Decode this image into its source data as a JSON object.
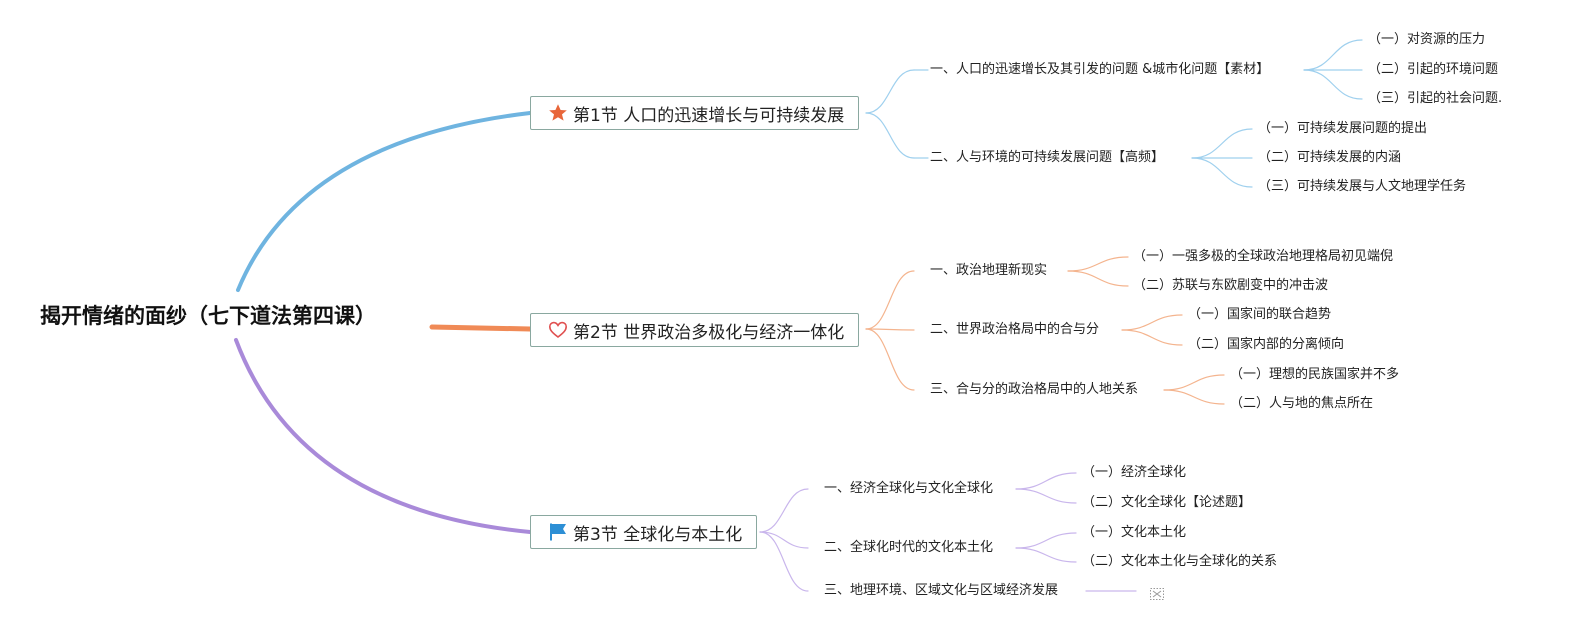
{
  "root": {
    "title": "揭开情绪的面纱（七下道法第四课）"
  },
  "sections": [
    {
      "label": "第1节 人口的迅速增长与可持续发展",
      "icon": "star-icon",
      "color": "#6fb4e0",
      "children": [
        {
          "label": "一、人口的迅速增长及其引发的问题 &城市化问题【素材】",
          "leaves": [
            "（一）对资源的压力",
            "（二）引起的环境问题",
            "（三）引起的社会问题."
          ]
        },
        {
          "label": "二、人与环境的可持续发展问题【高频】",
          "leaves": [
            "（一）可持续发展问题的提出",
            "（二）可持续发展的内涵",
            "（三）可持续发展与人文地理学任务"
          ]
        }
      ]
    },
    {
      "label": "第2节 世界政治多极化与经济一体化",
      "icon": "heart-icon",
      "color": "#f29a6a",
      "children": [
        {
          "label": "一、政治地理新现实",
          "leaves": [
            "（一）一强多极的全球政治地理格局初见端倪",
            "（二）苏联与东欧剧变中的冲击波"
          ]
        },
        {
          "label": "二、世界政治格局中的合与分",
          "leaves": [
            "（一）国家间的联合趋势",
            "（二）国家内部的分离倾向"
          ]
        },
        {
          "label": "三、合与分的政治格局中的人地关系",
          "leaves": [
            "（一）理想的民族国家并不多",
            "（二）人与地的焦点所在"
          ]
        }
      ]
    },
    {
      "label": "第3节 全球化与本土化",
      "icon": "flag-icon",
      "color": "#b59ae0",
      "children": [
        {
          "label": "一、经济全球化与文化全球化",
          "leaves": [
            "（一）经济全球化",
            "（二）文化全球化【论述题】"
          ]
        },
        {
          "label": "二、全球化时代的文化本土化",
          "leaves": [
            "（一）文化本土化",
            "（二）文化本土化与全球化的关系"
          ]
        },
        {
          "label": "三、地理环境、区域文化与区域经济发展",
          "leaves": []
        }
      ]
    }
  ],
  "colors": {
    "branch1": "#6fb4e0",
    "branch2": "#f08a56",
    "branch3": "#a98ad9",
    "sub1": "#9fd0ee",
    "sub2": "#f4b48e",
    "sub3": "#c9b6ec",
    "section_border": "#8aa8a0",
    "star": "#e8663a",
    "heart": "#e05050",
    "flag": "#2d8fd5"
  }
}
